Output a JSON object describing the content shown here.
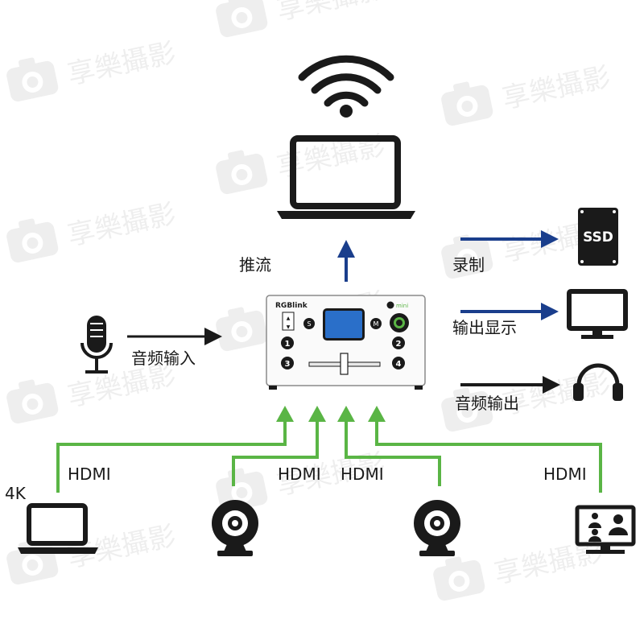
{
  "labels": {
    "stream": "推流",
    "record": "录制",
    "display_out": "输出显示",
    "audio_in": "音频输入",
    "audio_out": "音频输出",
    "hdmi": "HDMI",
    "k4": "4K"
  },
  "device": {
    "brand": "RGBlink",
    "model": "mini",
    "buttons": [
      "1",
      "2",
      "3",
      "4"
    ],
    "btn_s": "S",
    "btn_m": "M",
    "btn_up": "▲",
    "btn_down": "▼"
  },
  "storage": {
    "ssd": "SSD"
  },
  "watermark": {
    "text": "享樂攝影"
  },
  "colors": {
    "blue_arrow": "#1a3e8c",
    "green_line": "#5ab545",
    "black": "#1a1a1a",
    "screen": "#2a6fc9"
  },
  "icons": [
    "wifi-icon",
    "laptop-icon",
    "microphone-icon",
    "ssd-icon",
    "monitor-icon",
    "headphones-icon",
    "webcam-icon",
    "video-conference-icon"
  ]
}
